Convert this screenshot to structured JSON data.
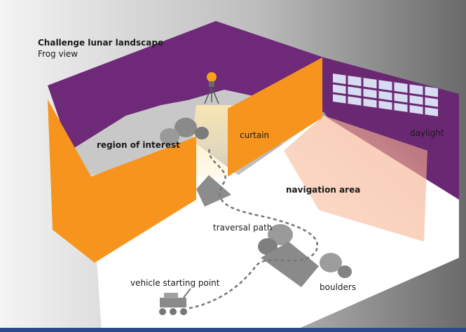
{
  "diagram": {
    "title": "Challenge lunar landscape",
    "subtitle": "Frog view",
    "labels": {
      "region_of_interest": "region of interest",
      "curtain": "curtain",
      "daylight": "daylight",
      "navigation_area": "navigation area",
      "traversal_path": "traversal path",
      "vehicle_starting_point": "vehicle starting point",
      "boulders": "boulders"
    },
    "colors": {
      "wall_purple": "#6e2a78",
      "curtain_orange": "#f7941d",
      "floor": "#ffffff",
      "background_gray": "#9a9a9a",
      "lamp": "#f7a21b",
      "path": "#777777",
      "frame_blue": "#2b4a8c"
    },
    "icons": [
      "lamp-icon",
      "rover-icon",
      "boulder-icon",
      "window-icon"
    ]
  }
}
